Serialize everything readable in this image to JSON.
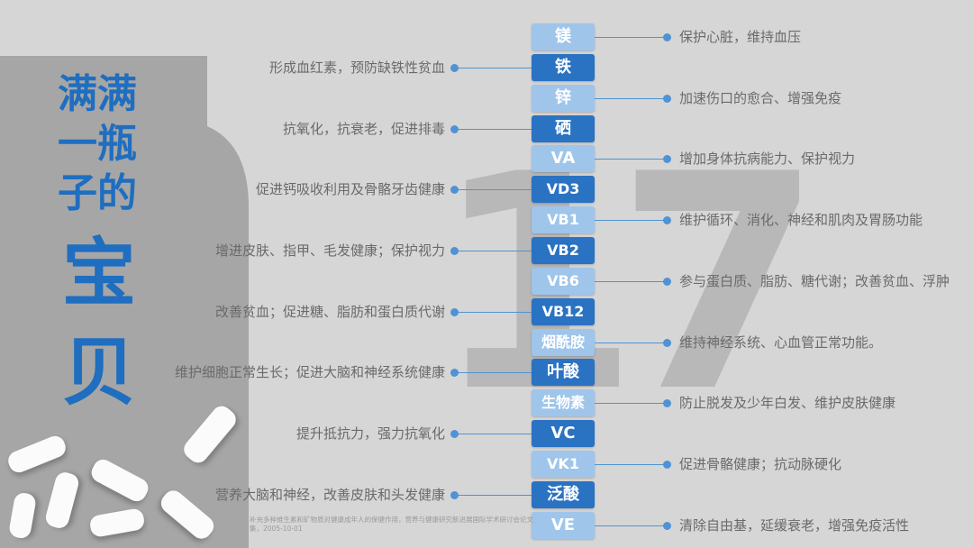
{
  "title": {
    "line1": "满满",
    "line2": "一瓶",
    "line3": "子的",
    "line4": "宝",
    "line5": "贝"
  },
  "big_number": "17",
  "nutrients": [
    {
      "name": "镁",
      "style": "light",
      "side": "right",
      "desc": "保护心脏，维持血压"
    },
    {
      "name": "铁",
      "style": "dark",
      "side": "left",
      "desc": "形成血红素，预防缺铁性贫血"
    },
    {
      "name": "锌",
      "style": "light",
      "side": "right",
      "desc": "加速伤口的愈合、增强免疫"
    },
    {
      "name": "硒",
      "style": "dark",
      "side": "left",
      "desc": "抗氧化，抗衰老，促进排毒"
    },
    {
      "name": "VA",
      "style": "light",
      "side": "right",
      "desc": "增加身体抗病能力、保护视力"
    },
    {
      "name": "VD3",
      "style": "dark",
      "side": "left",
      "desc": "促进钙吸收利用及骨骼牙齿健康"
    },
    {
      "name": "VB1",
      "style": "light",
      "side": "right",
      "desc": "维护循环、消化、神经和肌肉及胃肠功能"
    },
    {
      "name": "VB2",
      "style": "dark",
      "side": "left",
      "desc": "增进皮肤、指甲、毛发健康；保护视力"
    },
    {
      "name": "VB6",
      "style": "light",
      "side": "right",
      "desc": "参与蛋白质、脂肪、糖代谢；改善贫血、浮肿"
    },
    {
      "name": "VB12",
      "style": "dark",
      "side": "left",
      "desc": "改善贫血；促进糖、脂肪和蛋白质代谢"
    },
    {
      "name": "烟酰胺",
      "style": "light",
      "side": "right",
      "desc": "维持神经系统、心血管正常功能。"
    },
    {
      "name": "叶酸",
      "style": "dark",
      "side": "left",
      "desc": "维护细胞正常生长；促进大脑和神经系统健康"
    },
    {
      "name": "生物素",
      "style": "light",
      "side": "right",
      "desc": "防止脱发及少年白发、维护皮肤健康"
    },
    {
      "name": "VC",
      "style": "dark",
      "side": "left",
      "desc": "提升抵抗力，强力抗氧化"
    },
    {
      "name": "VK1",
      "style": "light",
      "side": "right",
      "desc": "促进骨骼健康；抗动脉硬化"
    },
    {
      "name": "泛酸",
      "style": "dark",
      "side": "left",
      "desc": "营养大脑和神经，改善皮肤和头发健康"
    },
    {
      "name": "VE",
      "style": "light",
      "side": "right",
      "desc": "清除自由基，延缓衰老，增强免疫活性"
    }
  ],
  "footnote": "补充多种维生素和矿物质对健康成年人的保健作用，营养与健康研究新进展国际学术研讨会论文集，2005-10-01",
  "colors": {
    "background": "#d6d6d6",
    "dark_box": "#2a72c2",
    "light_box": "#9fc5ea",
    "connector": "#4f93d4",
    "title": "#1f6ec0",
    "watermark_number": "#b3b3b3"
  }
}
